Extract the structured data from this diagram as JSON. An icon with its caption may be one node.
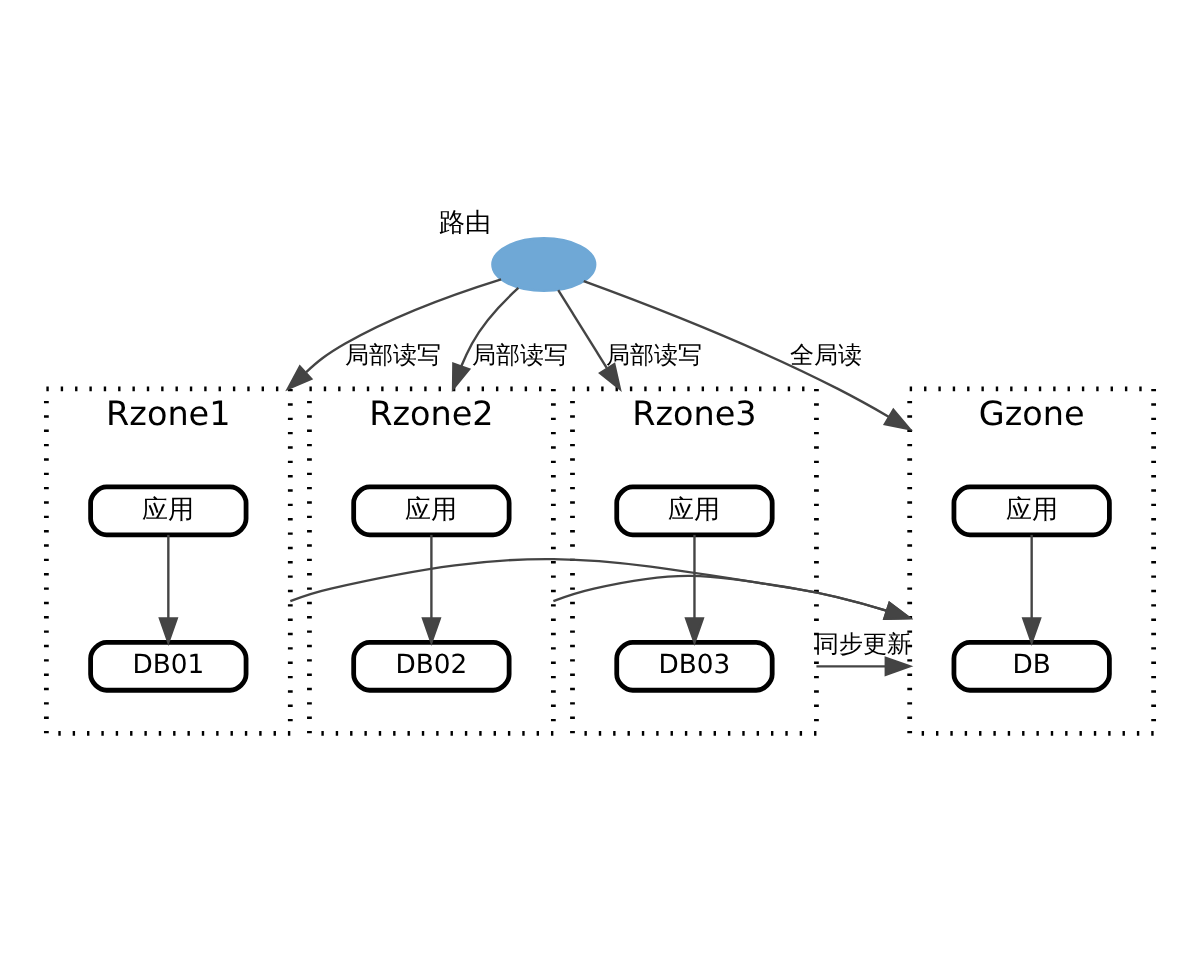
{
  "diagram": {
    "nodes": [
      {
        "text": [],
        "shape": "cloud",
        "beside": [
          "路由"
        ]
      },
      {
        "text": [
          "Rzone1"
        ]
      },
      {
        "text": [
          "应用"
        ],
        "in": 1
      },
      {
        "text": [
          "DB01"
        ],
        "in": 1
      },
      {
        "text": [
          "Rzone2"
        ]
      },
      {
        "text": [
          "应用"
        ],
        "in": 4
      },
      {
        "text": [
          "DB02"
        ],
        "in": 4
      },
      {
        "text": [
          "Rzone3"
        ]
      },
      {
        "text": [
          "应用"
        ],
        "in": 7
      },
      {
        "text": [
          "DB03"
        ],
        "in": 7
      },
      {
        "text": [
          "Gzone"
        ]
      },
      {
        "text": [
          "应用"
        ],
        "in": 10
      },
      {
        "text": [
          "DB"
        ],
        "in": 10
      }
    ],
    "edges": [
      {
        "from": 0,
        "to": 1,
        "arrow": "to",
        "label": "局部读写"
      },
      {
        "from": 0,
        "to": 4,
        "arrow": "to",
        "label": "局部读写"
      },
      {
        "from": 0,
        "to": 7,
        "arrow": "to",
        "label": "局部读写"
      },
      {
        "from": 0,
        "to": 10,
        "arrow": "to",
        "label": "全局读"
      },
      {
        "from": 2,
        "to": 3,
        "arrow": "to"
      },
      {
        "from": 5,
        "to": 6,
        "arrow": "to"
      },
      {
        "from": 8,
        "to": 9,
        "arrow": "to"
      },
      {
        "from": 11,
        "to": 12,
        "arrow": "to"
      },
      {
        "from": 1,
        "to": 10,
        "arrow": "to"
      },
      {
        "from": 4,
        "to": 10,
        "arrow": "to"
      },
      {
        "from": 7,
        "to": 10,
        "arrow": "to",
        "label": "同步更新"
      }
    ]
  }
}
